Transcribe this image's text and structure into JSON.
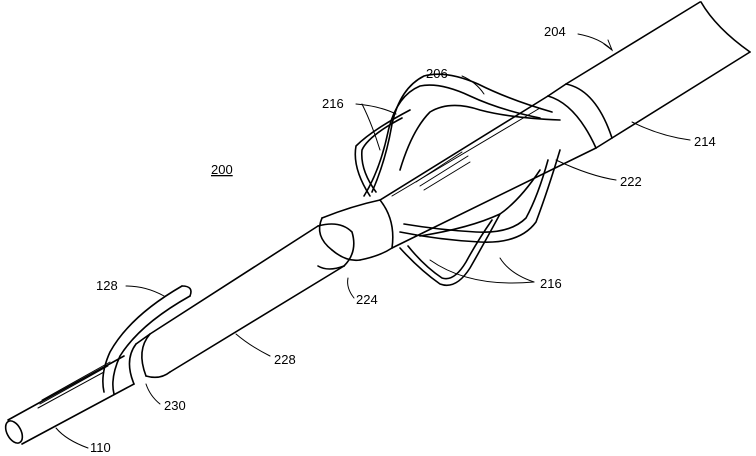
{
  "figure": {
    "label": "200",
    "refs": {
      "r204": "204",
      "r206": "206",
      "r216a": "216",
      "r214": "214",
      "r222": "222",
      "r224": "224",
      "r216b": "216",
      "r128": "128",
      "r228": "228",
      "r230": "230",
      "r110": "110"
    }
  }
}
